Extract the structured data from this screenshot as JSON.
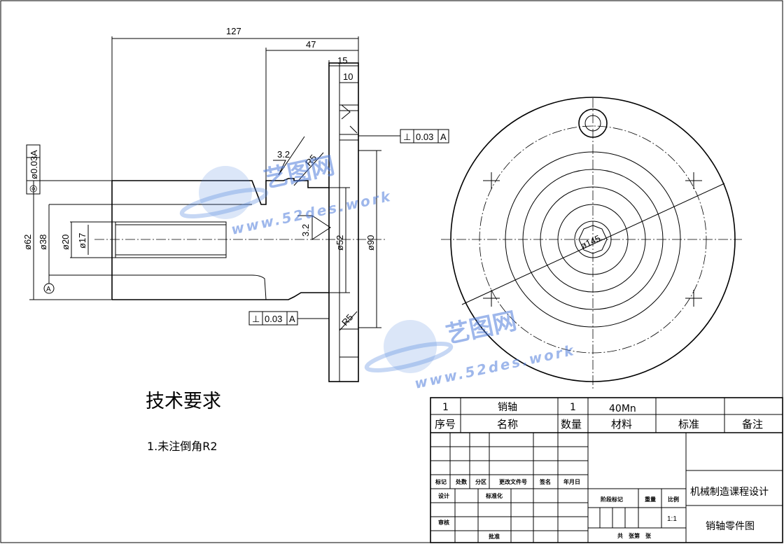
{
  "dimensions": {
    "len_127": "127",
    "len_47": "47",
    "len_15": "15",
    "len_10": "10",
    "dia_62": "ø62",
    "dia_38": "ø38",
    "dia_20": "ø20",
    "dia_17": "ø17",
    "dia_52": "ø52",
    "dia_90": "ø90",
    "dia_145": "ø145",
    "radius_upper": "R5",
    "radius_lower": "R5",
    "rough_top": "3.2",
    "rough_mid": "3.2"
  },
  "tolerances": {
    "perp_upper": {
      "symbol": "⊥",
      "value": "0.03",
      "datum": "A"
    },
    "perp_lower": {
      "symbol": "⊥",
      "value": "0.03",
      "datum": "A"
    },
    "coax_left": {
      "symbol": "◎",
      "value": "ø0.03",
      "datum": "A"
    },
    "datum_mark": "A"
  },
  "tech_req": {
    "title": "技术要求",
    "item1": "1.未注倒角R2"
  },
  "watermark": {
    "cn": "艺图网",
    "url": "www.52des.work"
  },
  "title_block": {
    "part_no": "1",
    "part_name": "销轴",
    "quantity": "1",
    "material": "40Mn",
    "standard": "",
    "remark": "",
    "h_no": "序号",
    "h_name": "名称",
    "h_qty": "数量",
    "h_material": "材料",
    "h_standard": "标准",
    "h_remark": "备注",
    "small_biaoji": "标记",
    "small_chushu": "处数",
    "small_fenqu": "分区",
    "small_gengai": "更改文件号",
    "small_qianming": "签名",
    "small_nianyueri": "年月日",
    "small_sheji": "设计",
    "small_biaozhunhua": "标准化",
    "small_shenhe": "审核",
    "small_pizhun": "批准",
    "small_jieduan": "阶段标记",
    "small_zhongliang": "重量",
    "small_bili": "比例",
    "small_gong": "共　张第　张",
    "scale": "1:1",
    "project": "机械制造课程设计",
    "drawing_name": "销轴零件图"
  }
}
